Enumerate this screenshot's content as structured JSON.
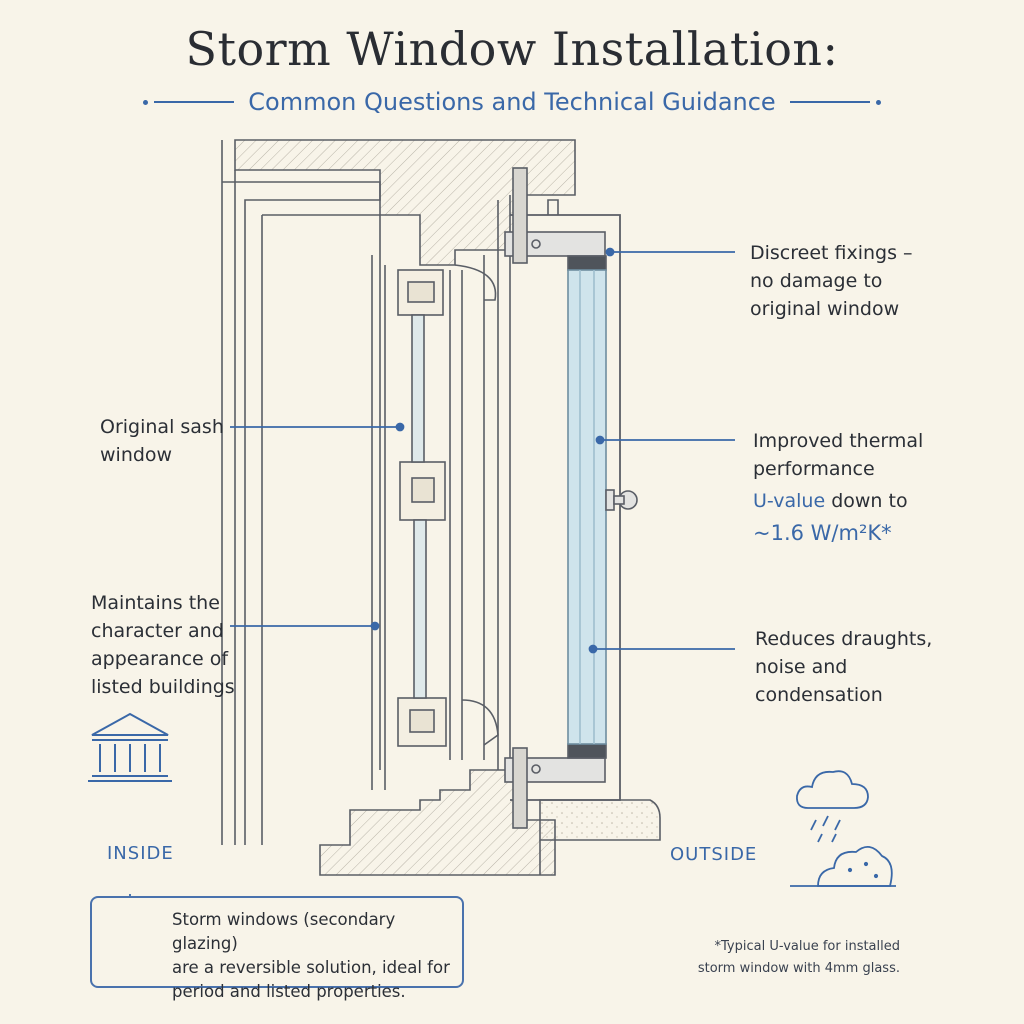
{
  "header": {
    "title": "Storm Window Installation:",
    "subtitle": "Common Questions and Technical Guidance"
  },
  "callouts": {
    "discreet_fixings": [
      "Discreet fixings –",
      "no damage to",
      "original window"
    ],
    "original_sash": [
      "Original sash",
      "window"
    ],
    "thermal": [
      "Improved thermal",
      "performance"
    ],
    "u_value_prefix": "U-value",
    "u_value_rest": " down to",
    "u_value_figure": "~1.6 W/m²K*",
    "character": [
      "Maintains the",
      "character and",
      "appearance of",
      "listed buildings"
    ],
    "draughts": [
      "Reduces draughts,",
      "noise and",
      "condensation"
    ]
  },
  "sides": {
    "inside": "INSIDE",
    "outside": "OUTSIDE"
  },
  "note": {
    "lines": [
      "Storm windows (secondary glazing)",
      "are a reversible solution, ideal for",
      "period and listed properties."
    ]
  },
  "footnote": {
    "lines": [
      "*Typical U-value for installed",
      "storm window with 4mm glass."
    ]
  },
  "icons": [
    "building-icon",
    "lightbulb-icon",
    "cloud-rain-icon",
    "bush-icon"
  ],
  "colors": {
    "accent": "#3a68a8",
    "background": "#f8f4e9",
    "ink": "#2b2f36",
    "glass": "#cfe4ec"
  }
}
